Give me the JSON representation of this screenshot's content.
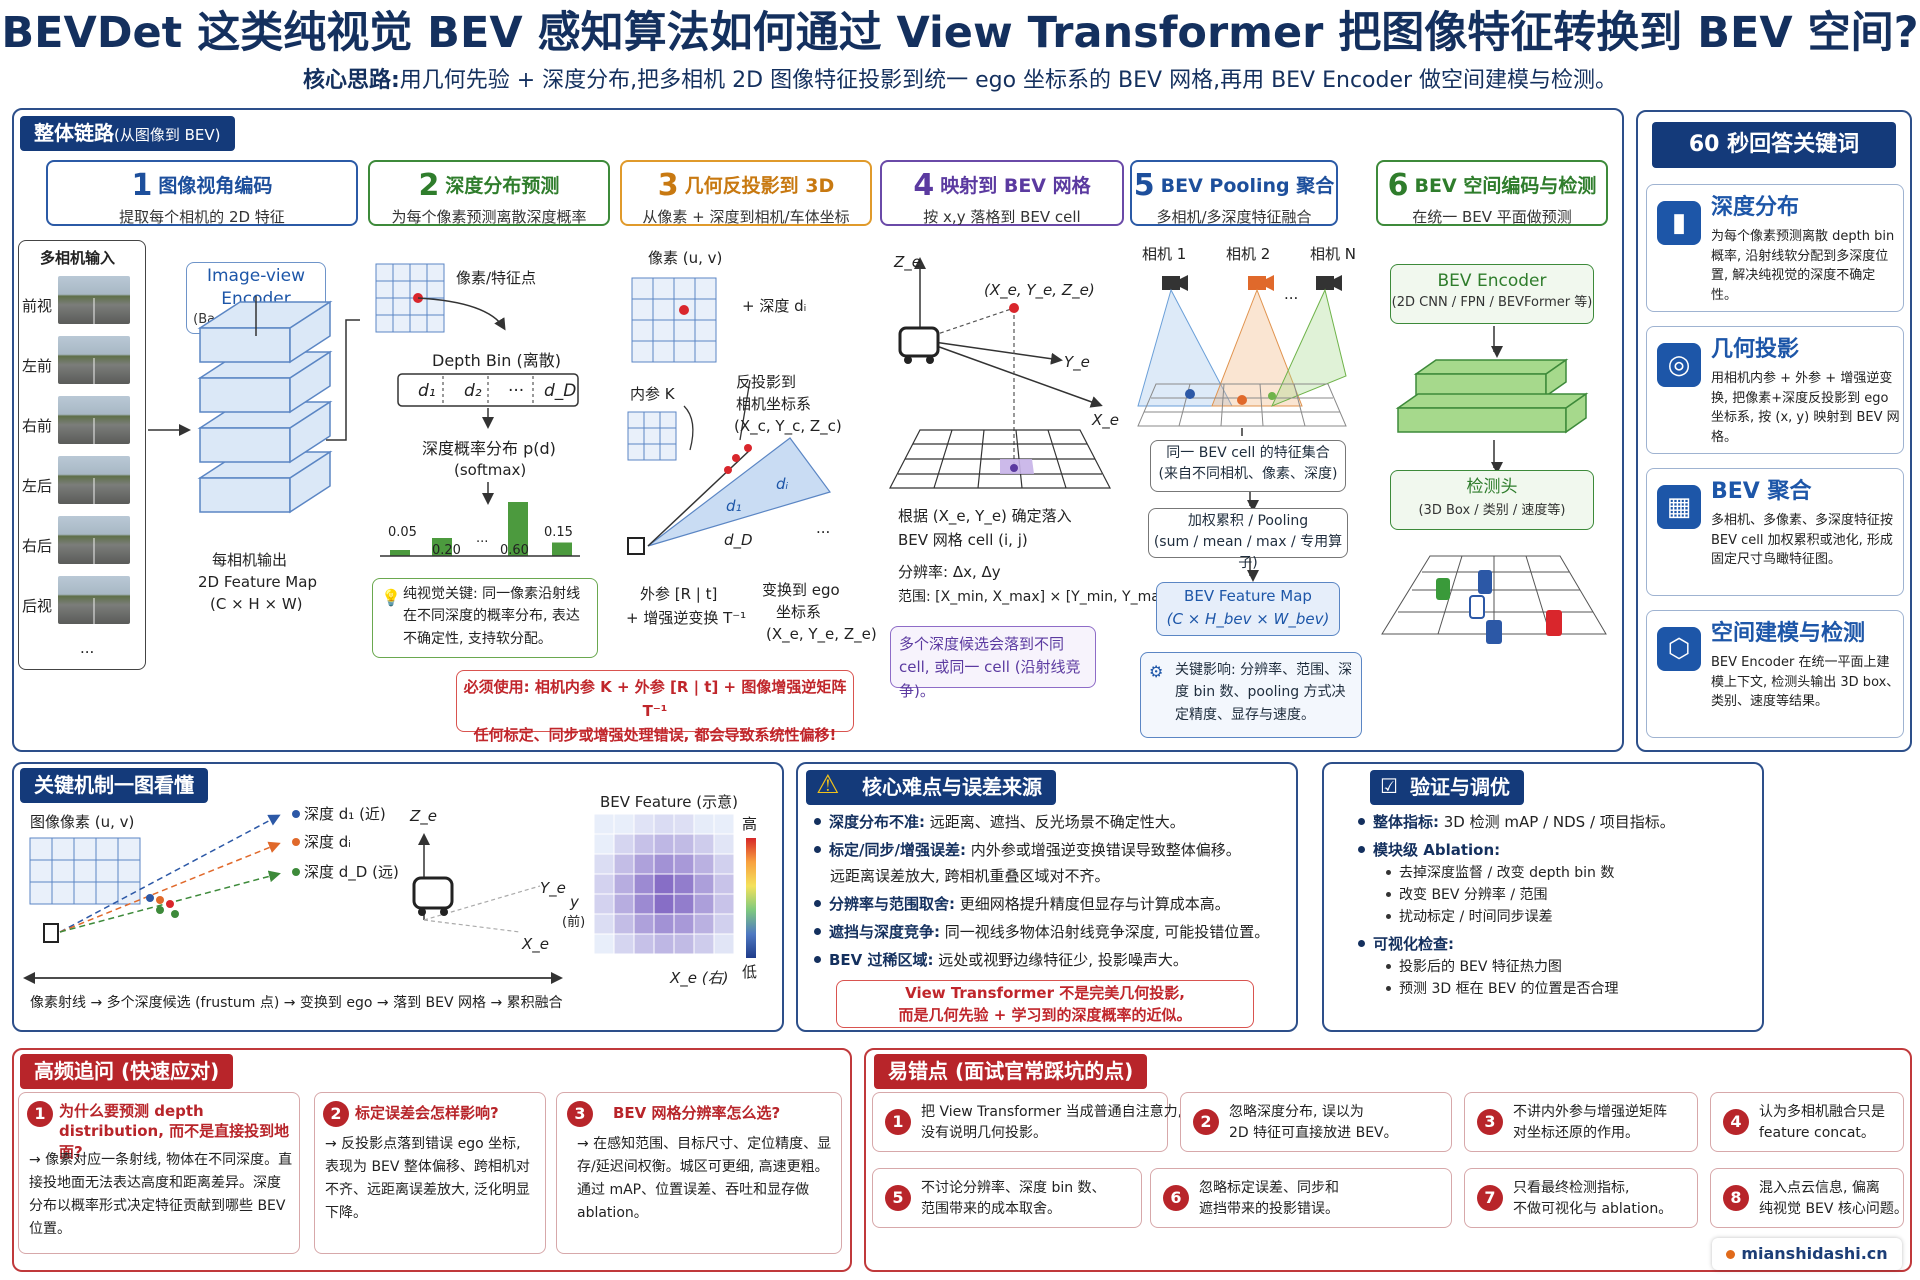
{
  "title": "BEVDet 这类纯视觉 BEV 感知算法如何通过 View Transformer 把图像特征转换到 BEV 空间?",
  "subtitle_lead": "核心思路:",
  "subtitle_rest": "用几何先验 + 深度分布,把多相机 2D 图像特征投影到统一 ego 坐标系的 BEV 网格,再用 BEV Encoder 做空间建模与检测。",
  "pipeline": {
    "header": "整体链路",
    "header_sub": "(从图像到 BEV)",
    "steps": [
      {
        "num": "1",
        "title": "图像视角编码",
        "sub": "提取每个相机的 2D 特征"
      },
      {
        "num": "2",
        "title": "深度分布预测",
        "sub": "为每个像素预测离散深度概率"
      },
      {
        "num": "3",
        "title": "几何反投影到 3D",
        "sub": "从像素 + 深度到相机/车体坐标"
      },
      {
        "num": "4",
        "title": "映射到 BEV 网格",
        "sub": "按 x,y 落格到 BEV cell"
      },
      {
        "num": "5",
        "title": "BEV Pooling 聚合",
        "sub": "多相机/多深度特征融合"
      },
      {
        "num": "6",
        "title": "BEV 空间编码与检测",
        "sub": "在统一 BEV 平面做预测"
      }
    ],
    "cameras": {
      "label": "多相机输入",
      "views": [
        "前视",
        "左前",
        "右前",
        "左后",
        "右后",
        "后视"
      ],
      "more": "..."
    },
    "encoder": {
      "title_line1": "Image-view",
      "title_line2": "Encoder",
      "sub": "(Backbone + Neck)"
    },
    "feature_map": {
      "line1": "每相机输出",
      "line2": "2D Feature Map",
      "line3": "(C × H × W)"
    },
    "step2": {
      "pixel_label": "像素/特征点",
      "depth_bin_label": "Depth Bin (离散)",
      "bins": [
        "d₁",
        "d₂",
        "···",
        "d_D"
      ],
      "prob_label": "深度概率分布 p(d)",
      "softmax": "(softmax)",
      "bar_labels": [
        "0.05",
        "0.20",
        "...",
        "0.60",
        "0.15"
      ],
      "tip": "纯视觉关键: 同一像素沿射线在不同深度的概率分布, 表达不确定性, 支持软分配。"
    },
    "step3": {
      "pixel": "像素 (u, v)",
      "depth": "+ 深度 dᵢ",
      "intrinsic": "内参 K",
      "backproject_l1": "反投影到",
      "backproject_l2": "相机坐标系",
      "backproject_l3": "(X_c, Y_c, Z_c)",
      "extrinsic_l1": "外参 [R | t]",
      "extrinsic_l2": "+ 增强逆变换 T⁻¹",
      "to_ego_l1": "变换到 ego",
      "to_ego_l2": "坐标系",
      "to_ego_l3": "(X_e, Y_e, Z_e)",
      "d1": "d₁",
      "di": "dᵢ",
      "dD": "d_D",
      "dots": "..."
    },
    "step4": {
      "point": "(X_e, Y_e, Z_e)",
      "ze": "Z_e",
      "ye": "Y_e",
      "xe": "X_e",
      "rule_l1": "根据 (X_e, Y_e) 确定落入",
      "rule_l2": "BEV 网格 cell (i, j)",
      "resolution": "分辨率: Δx, Δy",
      "range": "范围: [X_min, X_max] × [Y_min, Y_max]",
      "note": "多个深度候选会落到不同 cell, 或同一 cell (沿射线竞争)。"
    },
    "step5": {
      "cams": [
        "相机 1",
        "相机 2",
        "...",
        "相机 N"
      ],
      "gather_l1": "同一 BEV cell 的特征集合",
      "gather_l2": "(来自不同相机、像素、深度)",
      "pool_l1": "加权累积 / Pooling",
      "pool_l2": "(sum / mean / max / 专用算子)",
      "bev_l1": "BEV Feature Map",
      "bev_l2": "(C × H_bev × W_bev)",
      "impact": "关键影响: 分辨率、范围、深度 bin 数、pooling 方式决定精度、显存与速度。"
    },
    "step6": {
      "encoder_title": "BEV Encoder",
      "encoder_sub": "(2D CNN / FPN / BEVFormer 等)",
      "head_title": "检测头",
      "head_sub": "(3D Box / 类别 / 速度等)"
    },
    "must_use_l1": "必须使用: 相机内参 K + 外参 [R | t] + 图像增强逆矩阵 T⁻¹",
    "must_use_l2": "任何标定、同步或增强处理错误, 都会导致系统性偏移!"
  },
  "keywords": {
    "header": "60 秒回答关键词",
    "items": [
      {
        "icon": "bar-chart-icon",
        "glyph": "▮",
        "title": "深度分布",
        "desc": "为每个像素预测离散 depth bin 概率, 沿射线软分配到多深度位置, 解决纯视觉的深度不确定性。"
      },
      {
        "icon": "projection-icon",
        "glyph": "◎",
        "title": "几何投影",
        "desc": "用相机内参 + 外参 + 增强逆变换, 把像素+深度反投影到 ego 坐标系, 按 (x, y) 映射到 BEV 网格。"
      },
      {
        "icon": "grid-icon",
        "glyph": "▦",
        "title": "BEV 聚合",
        "desc": "多相机、多像素、多深度特征按 BEV cell 加权累积或池化, 形成固定尺寸鸟瞰特征图。"
      },
      {
        "icon": "cube-icon",
        "glyph": "⬡",
        "title": "空间建模与检测",
        "desc": "BEV Encoder 在统一平面上建模上下文, 检测头输出 3D box、类别、速度等结果。"
      }
    ]
  },
  "mechanism": {
    "header": "关键机制一图看懂",
    "pixel": "图像像素 (u, v)",
    "depth1": "深度 d₁ (近)",
    "depthi": "深度 dᵢ",
    "depthD": "深度 d_D (远)",
    "ze": "Z_e",
    "ye": "Y_e",
    "xe": "X_e",
    "bev_title": "BEV Feature (示意)",
    "y_label": "y",
    "front": "(前)",
    "x_right": "X_e (右)",
    "high": "高",
    "low": "低",
    "flow": "像素射线 → 多个深度候选 (frustum 点) → 变换到 ego → 落到 BEV 网格 → 累积融合"
  },
  "difficulties": {
    "header": "核心难点与误差来源",
    "items": [
      {
        "b": "深度分布不准:",
        "t": " 远距离、遮挡、反光场景不确定性大。"
      },
      {
        "b": "标定/同步/增强误差:",
        "t": " 内外参或增强逆变换错误导致整体偏移。"
      },
      {
        "b": "",
        "t": "远距离误差放大, 跨相机重叠区域对不齐。"
      },
      {
        "b": "分辨率与范围取舍:",
        "t": " 更细网格提升精度但显存与计算成本高。"
      },
      {
        "b": "遮挡与深度竞争:",
        "t": " 同一视线多物体沿射线竞争深度, 可能投错位置。"
      },
      {
        "b": "BEV 过稀区域:",
        "t": " 远处或视野边缘特征少, 投影噪声大。"
      }
    ],
    "warn_l1": "View Transformer 不是完美几何投影,",
    "warn_l2": "而是几何先验 + 学习到的深度概率的近似。"
  },
  "validation": {
    "header": "验证与调优",
    "l1_b": "整体指标:",
    "l1_t": " 3D 检测 mAP / NDS / 项目指标。",
    "l2_b": "模块级 Ablation:",
    "l2_items": [
      "去掉深度监督 / 改变 depth bin 数",
      "改变 BEV 分辨率 / 范围",
      "扰动标定 / 时间同步误差"
    ],
    "l3_b": "可视化检查:",
    "l3_items": [
      "投影后的 BEV 特征热力图",
      "预测 3D 框在 BEV 的位置是否合理"
    ]
  },
  "followups": {
    "header": "高频追问 (快速应对)",
    "items": [
      {
        "n": "1",
        "q": "为什么要预测 depth distribution, 而不是直接投到地面?",
        "a": "→ 像素对应一条射线, 物体在不同深度。直接投地面无法表达高度和距离差异。深度分布以概率形式决定特征贡献到哪些 BEV 位置。"
      },
      {
        "n": "2",
        "q": "标定误差会怎样影响?",
        "a": "→ 反投影点落到错误 ego 坐标, 表现为 BEV 整体偏移、跨相机对不齐、远距离误差放大, 泛化明显下降。"
      },
      {
        "n": "3",
        "q": "BEV 网格分辨率怎么选?",
        "a": "→ 在感知范围、目标尺寸、定位精度、显存/延迟间权衡。城区可更细, 高速更粗。通过 mAP、位置误差、吞吐和显存做 ablation。"
      }
    ]
  },
  "mistakes": {
    "header": "易错点 (面试官常踩坑的点)",
    "items": [
      {
        "n": "1",
        "l1": "把 View Transformer 当成普通自注意力,",
        "l2": "没有说明几何投影。"
      },
      {
        "n": "2",
        "l1": "忽略深度分布, 误以为",
        "l2": "2D 特征可直接放进 BEV。"
      },
      {
        "n": "3",
        "l1": "不讲内外参与增强逆矩阵",
        "l2": "对坐标还原的作用。"
      },
      {
        "n": "4",
        "l1": "认为多相机融合只是",
        "l2": "feature concat。"
      },
      {
        "n": "5",
        "l1": "不讨论分辨率、深度 bin 数、",
        "l2": "范围带来的成本取舍。"
      },
      {
        "n": "6",
        "l1": "忽略标定误差、同步和",
        "l2": "遮挡带来的投影错误。"
      },
      {
        "n": "7",
        "l1": "只看最终检测指标,",
        "l2": "不做可视化与 ablation。"
      },
      {
        "n": "8",
        "l1": "混入点云信息, 偏离",
        "l2": "纯视觉 BEV 核心问题。"
      }
    ]
  },
  "brand": "mianshidashi.cn",
  "colors": {
    "navy": "#143a7a",
    "red": "#b8252a",
    "green": "#3d8a3a",
    "orange": "#e09a2b",
    "purple": "#6a4aa8"
  }
}
